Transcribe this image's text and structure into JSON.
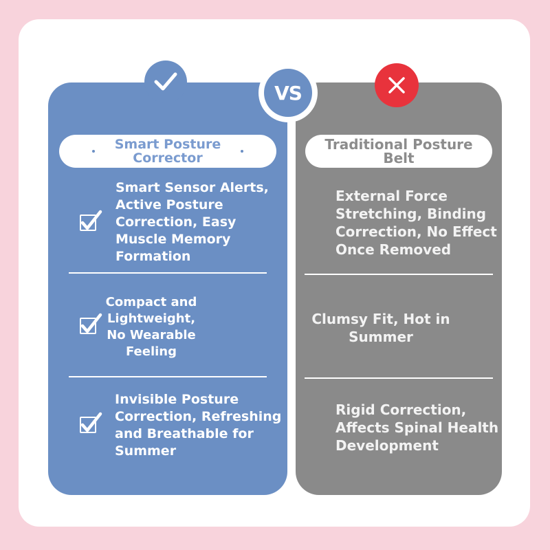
{
  "colors": {
    "background": "#f8d3dc",
    "left_panel": "#6b8fc4",
    "right_panel": "#8a8a8a",
    "accent_blue": "#6b8fc4",
    "accent_red": "#e8333c",
    "pill_text_left": "#7a9bcf",
    "pill_text_right": "#8c8c8c"
  },
  "vs_label": "VS",
  "left": {
    "badge_icon": "check-icon",
    "title": "Smart Posture Corrector",
    "items": [
      {
        "icon": "checkbox-icon",
        "text": "Smart Sensor Alerts, Active Posture Correction, Easy Muscle Memory Formation"
      },
      {
        "icon": "checkbox-icon",
        "text": "Compact and Lightweight, No Wearable Feeling"
      },
      {
        "icon": "checkbox-icon",
        "text": "Invisible Posture Correction, Refreshing and Breathable for Summer"
      }
    ]
  },
  "right": {
    "badge_icon": "close-icon",
    "title": "Traditional Posture Belt",
    "items": [
      {
        "text": "External Force Stretching, Binding Correction, No Effect Once Removed"
      },
      {
        "text": "Clumsy Fit, Hot in Summer"
      },
      {
        "text": "Rigid Correction, Affects Spinal Health Development"
      }
    ]
  }
}
